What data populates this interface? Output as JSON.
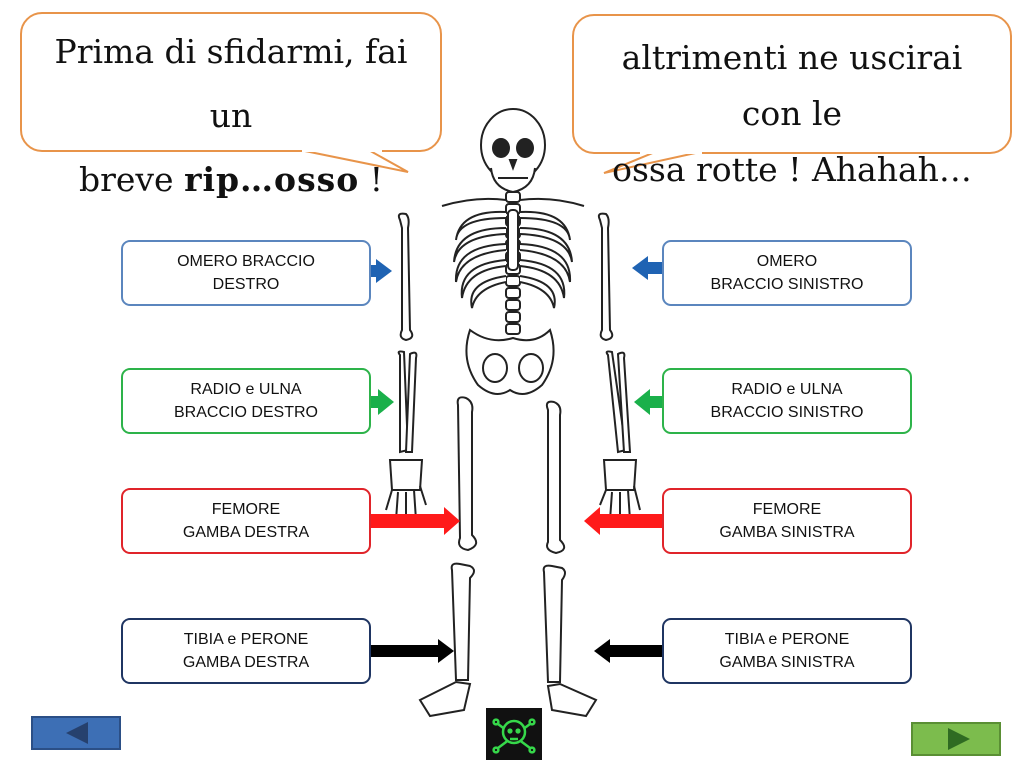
{
  "speech": {
    "left": {
      "line1": "Prima  di sfidarmi, fai un",
      "line2_prefix": "breve ",
      "line2_emph": "rip…osso",
      "line2_suffix": " !"
    },
    "right": {
      "line1": "altrimenti ne uscirai con le",
      "line2": "ossa rotte ! Ahahah…"
    }
  },
  "labels": {
    "left": [
      {
        "line1": "OMERO BRACCIO",
        "line2": "DESTRO"
      },
      {
        "line1": "RADIO e ULNA",
        "line2": "BRACCIO DESTRO"
      },
      {
        "line1": "FEMORE",
        "line2": "GAMBA DESTRA"
      },
      {
        "line1": "TIBIA e PERONE",
        "line2": "GAMBA DESTRA"
      }
    ],
    "right": [
      {
        "line1": "OMERO",
        "line2": "BRACCIO SINISTRO"
      },
      {
        "line1": "RADIO e ULNA",
        "line2": "BRACCIO SINISTRO"
      },
      {
        "line1": "FEMORE",
        "line2": "GAMBA SINISTRA"
      },
      {
        "line1": "TIBIA e PERONE",
        "line2": "GAMBA SINISTRA"
      }
    ]
  },
  "colors": {
    "humerus": "#1f63b3",
    "forearm": "#1ab04a",
    "femur": "#ff1a1a",
    "tibia": "#000000",
    "bubble_border": "#e8944a",
    "nav_back": "#3d6fb5",
    "nav_next": "#7cbc4d",
    "home_icon": "#36d84a"
  },
  "icons": {
    "back": "triangle-left-icon",
    "next": "triangle-right-icon",
    "home": "skull-crossbones-icon"
  }
}
